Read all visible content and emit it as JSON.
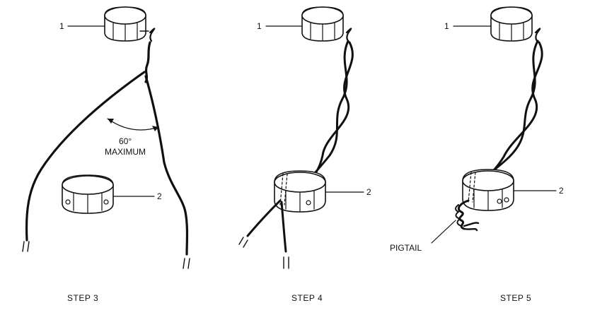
{
  "steps": [
    {
      "label": "STEP 3",
      "callout_1": "1",
      "callout_2": "2",
      "angle_text_1": "60°",
      "angle_text_2": "MAXIMUM"
    },
    {
      "label": "STEP 4",
      "callout_1": "1",
      "callout_2": "2"
    },
    {
      "label": "STEP 5",
      "callout_1": "1",
      "callout_2": "2",
      "pigtail_label": "PIGTAIL"
    }
  ]
}
